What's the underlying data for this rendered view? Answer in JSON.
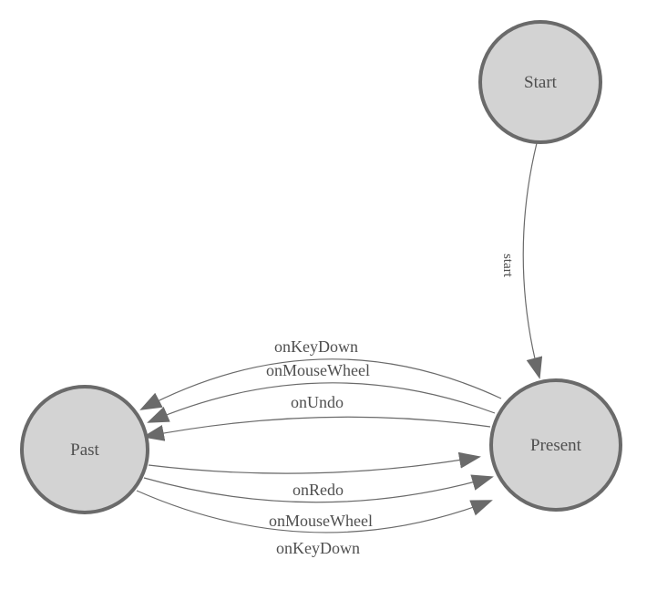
{
  "diagram": {
    "type": "state-machine-graph",
    "colors": {
      "background": "#ffffff",
      "node_fill": "#d3d3d3",
      "node_stroke": "#6a6a6a",
      "edge_stroke": "#6a6a6a",
      "arrow_fill": "#6a6a6a",
      "label_text": "#4f4f4f"
    },
    "nodes": [
      {
        "id": "start",
        "label": "Start"
      },
      {
        "id": "present",
        "label": "Present"
      },
      {
        "id": "past",
        "label": "Past"
      }
    ],
    "edges": [
      {
        "from": "start",
        "to": "present",
        "label": "start"
      },
      {
        "from": "present",
        "to": "past",
        "label": "onKeyDown"
      },
      {
        "from": "present",
        "to": "past",
        "label": "onMouseWheel"
      },
      {
        "from": "present",
        "to": "past",
        "label": "onUndo"
      },
      {
        "from": "past",
        "to": "present",
        "label": "onRedo"
      },
      {
        "from": "past",
        "to": "present",
        "label": "onMouseWheel"
      },
      {
        "from": "past",
        "to": "present",
        "label": "onKeyDown"
      }
    ]
  }
}
